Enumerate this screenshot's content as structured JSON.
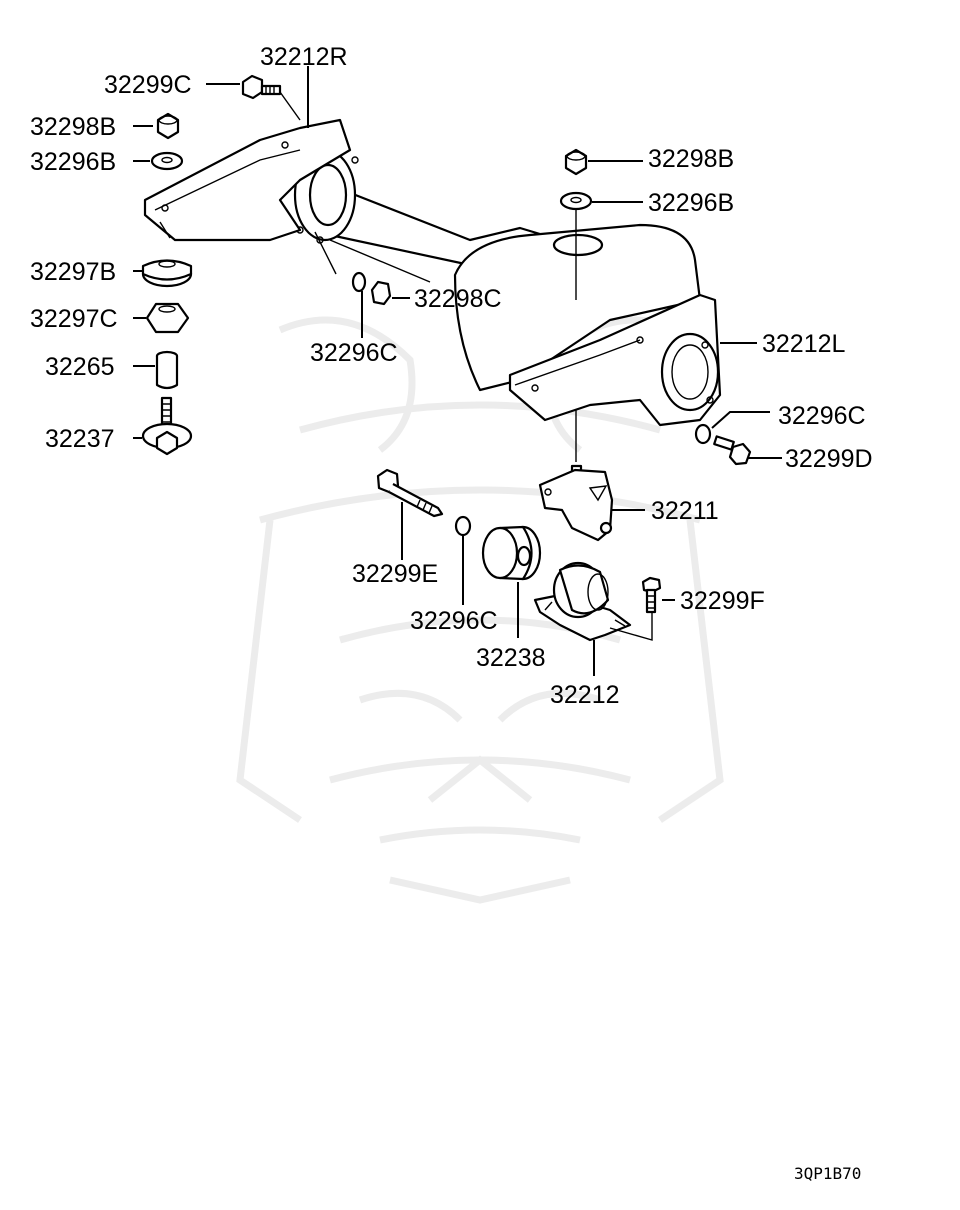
{
  "diagram": {
    "parts": {
      "p32212R": "32212R",
      "p32299C": "32299C",
      "p32298B_left": "32298B",
      "p32296B_left": "32296B",
      "p32297B": "32297B",
      "p32297C": "32297C",
      "p32265": "32265",
      "p32237": "32237",
      "p32298C": "32298C",
      "p32296C_mid": "32296C",
      "p32298B_right": "32298B",
      "p32296B_right": "32296B",
      "p32212L": "32212L",
      "p32296C_right": "32296C",
      "p32299D": "32299D",
      "p32211": "32211",
      "p32299E": "32299E",
      "p32296C_low": "32296C",
      "p32238": "32238",
      "p32299F": "32299F",
      "p32212": "32212"
    },
    "figure_code": "3QP1B70"
  }
}
